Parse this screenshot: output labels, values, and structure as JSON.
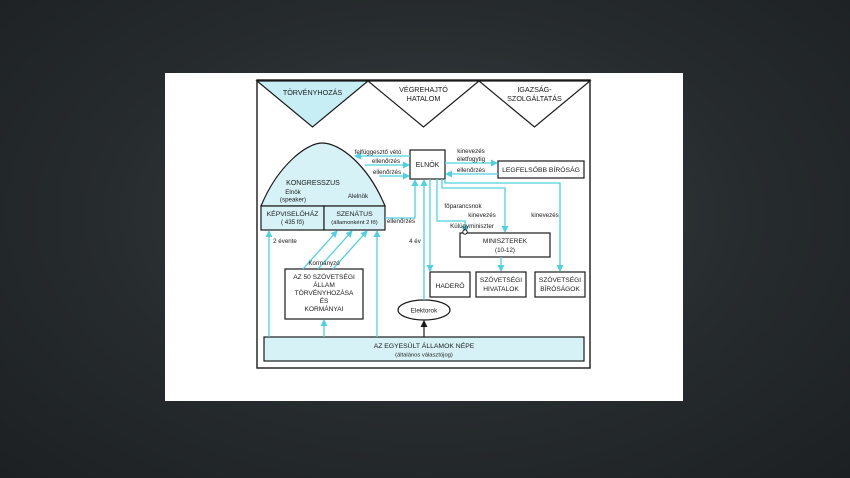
{
  "branches": {
    "legislative": "TÖRVÉNYHOZÁS",
    "executive_1": "VÉGREHAJTÓ",
    "executive_2": "HATALOM",
    "judicial_1": "IGAZSÁG-",
    "judicial_2": "SZOLGÁLTATÁS"
  },
  "congress": {
    "title": "KONGRESSZUS",
    "speaker_1": "Elnök",
    "speaker_2": "(speaker)",
    "vice": "Alelnök",
    "house_1": "KÉPVISELŐHÁZ",
    "house_2": "( 435 fő)",
    "senate_1": "SZENÁTUS",
    "senate_2": "(államonként 2 fő)"
  },
  "president": "ELNÖK",
  "supreme_court": "LEGFELSŐBB BÍRÓSÁG",
  "ministries_1": "MINISZTEREK",
  "ministries_2": "(10-12)",
  "army": "HADERŐ",
  "agencies_1": "SZÖVETSÉGI",
  "agencies_2": "HIVATALOK",
  "courts_1": "SZÖVETSÉGI",
  "courts_2": "BÍRÓSÁGOK",
  "states": [
    "AZ 50 SZÖVETSÉGI",
    "ÁLLAM",
    "TÖRVÉNYHOZÁSA",
    "ÉS",
    "KORMÁNYAI"
  ],
  "electors": "Elektorok",
  "people_1": "AZ EGYESÜLT ÁLLAMOK NÉPE",
  "people_2": "(általános választójog)",
  "labels": {
    "veto": "felfüggesztő vétó",
    "control_1": "ellenőrzés",
    "control_2": "ellenőrzés",
    "control_3": "ellenőrzés",
    "control_4": "ellenőrzés",
    "appoint_1": "kinevezés",
    "appoint_life": "életfogytig",
    "appoint_2": "kinevezés",
    "appoint_3": "kinevezés",
    "commander": "főparancsnok",
    "foreign_min": "Külügyminiszter",
    "two_years": "2 évente",
    "four_years": "4 év",
    "governor": "Kormányzó"
  },
  "colors": {
    "accent_cyan": "#4fd2df",
    "light_fill": "#d6f2f7",
    "ink": "#1a1a1a"
  }
}
